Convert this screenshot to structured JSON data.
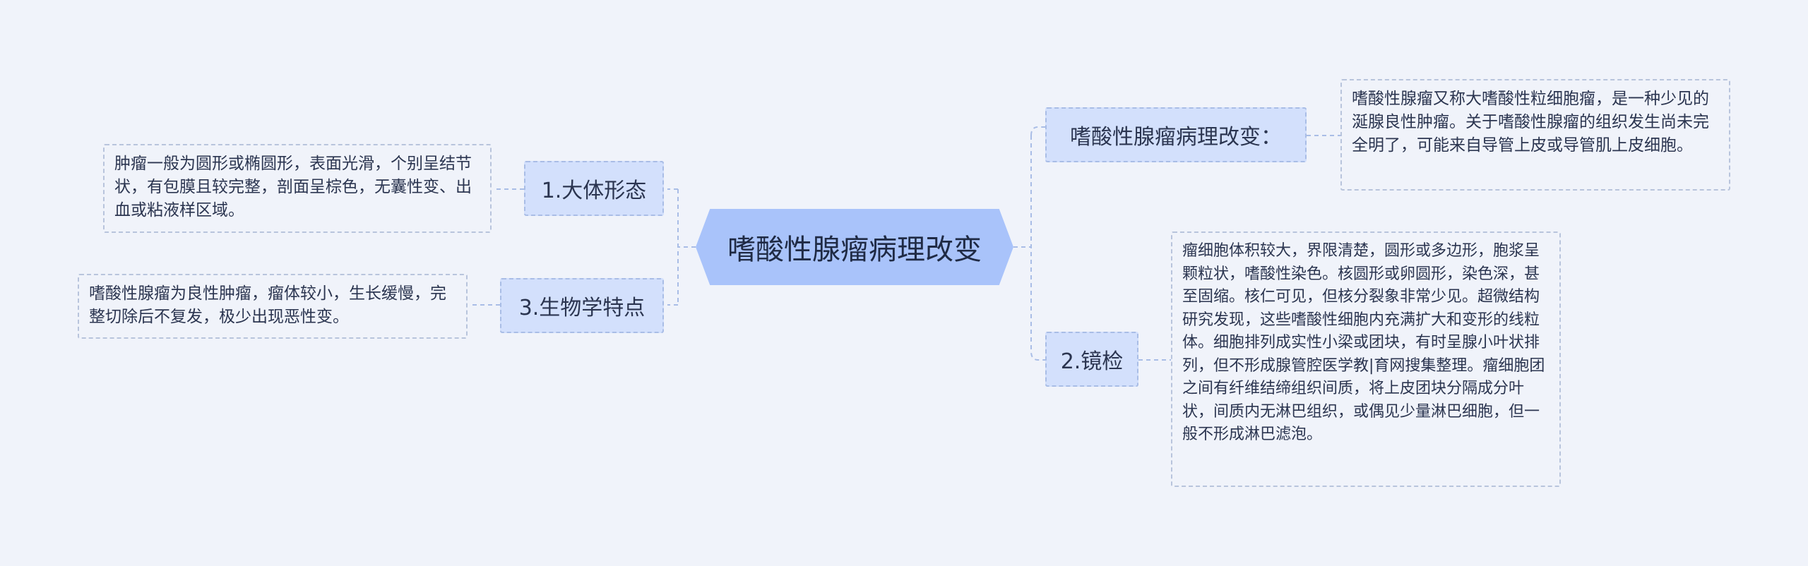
{
  "root": {
    "label": "嗜酸性腺瘤病理改变"
  },
  "branches": {
    "gross": {
      "label": "1.大体形态",
      "detail": "肿瘤一般为圆形或椭圆形，表面光滑，个别呈结节状，有包膜且较完整，剖面呈棕色，无囊性变、出血或粘液样区域。"
    },
    "biology": {
      "label": "3.生物学特点",
      "detail": "嗜酸性腺瘤为良性肿瘤，瘤体较小，生长缓慢，完整切除后不复发，极少出现恶性变。"
    },
    "pathology": {
      "label": "嗜酸性腺瘤病理改变：",
      "detail": "嗜酸性腺瘤又称大嗜酸性粒细胞瘤，是一种少见的涎腺良性肿瘤。关于嗜酸性腺瘤的组织发生尚未完全明了，可能来自导管上皮或导管肌上皮细胞。"
    },
    "microscopy": {
      "label": "2.镜检",
      "detail": "瘤细胞体积较大，界限清楚，圆形或多边形，胞浆呈颗粒状，嗜酸性染色。核圆形或卵圆形，染色深，甚至固缩。核仁可见，但核分裂象非常少见。超微结构研究发现，这些嗜酸性细胞内充满扩大和变形的线粒体。细胞排列成实性小梁或团块，有时呈腺小叶状排列，但不形成腺管腔医学教|育网搜集整理。瘤细胞团之间有纤维结缔组织间质，将上皮团块分隔成分叶状，间质内无淋巴组织，或偶见少量淋巴细胞，但一般不形成淋巴滤泡。"
    }
  },
  "colors": {
    "background": "#f0f3fa",
    "root_fill": "#a9c3fa",
    "branch_fill": "#d3e0fc",
    "connector": "#a9bde6"
  }
}
